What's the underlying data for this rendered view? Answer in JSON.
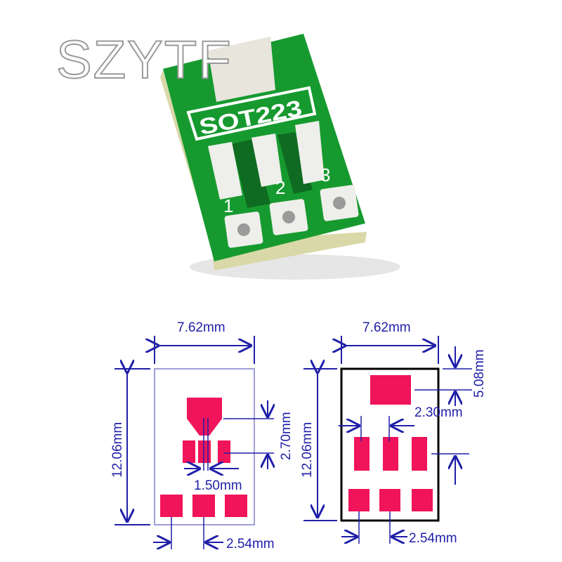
{
  "watermark": "SZYTF",
  "board": {
    "silkscreen_label": "SOT223",
    "pin_labels": [
      "1",
      "2",
      "3"
    ]
  },
  "diagram_left": {
    "width_label": "7.62mm",
    "height_label": "12.06mm",
    "pad_height_label": "2.70mm",
    "pad_gap_label": "1.50mm",
    "pitch_label": "2.54mm"
  },
  "diagram_right": {
    "width_label": "7.62mm",
    "height_label": "12.06mm",
    "tab_offset_label": "5.08mm",
    "pad_pitch_label": "2.30mm",
    "pitch_label": "2.54mm"
  },
  "colors": {
    "pcb_green": "#169a2f",
    "pad_pink": "#f0145a",
    "dimension_blue": "#1f1fa8"
  }
}
